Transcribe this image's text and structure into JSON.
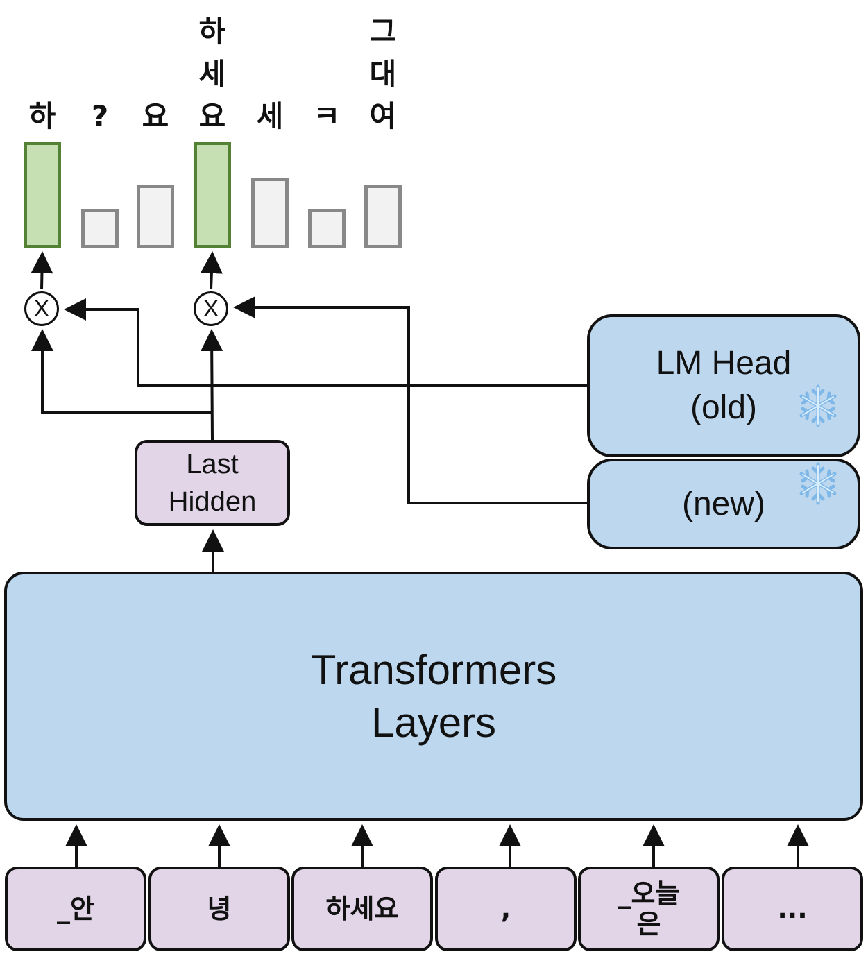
{
  "transformer": {
    "line1": "Transformers",
    "line2": "Layers"
  },
  "lm_head_old": {
    "line1": "LM Head",
    "line2": "(old)"
  },
  "lm_head_new": {
    "label": "(new)"
  },
  "last_hidden": {
    "line1": "Last",
    "line2": "Hidden"
  },
  "multiply_symbol": "X",
  "input_tokens": [
    "_안",
    "녕",
    "하세요",
    ",",
    "_오늘은",
    "..."
  ],
  "vocabulary": [
    {
      "label": "하",
      "selected": true,
      "level": 1.0
    },
    {
      "label": "?",
      "selected": false,
      "level": 0.37
    },
    {
      "label": "요",
      "selected": false,
      "level": 0.6
    },
    {
      "label": "하세요",
      "selected": true,
      "level": 1.0
    },
    {
      "label": "세",
      "selected": false,
      "level": 0.66
    },
    {
      "label": "ㅋ",
      "selected": false,
      "level": 0.37
    },
    {
      "label": "그대여",
      "selected": false,
      "level": 0.6
    }
  ],
  "icons": {
    "frozen": "snowflake-icon"
  },
  "colors": {
    "module_fill": "#bdd7ee",
    "token_fill": "#e1d5e7",
    "selected_bar_fill": "#c6e0b4",
    "selected_bar_border": "#548235",
    "bar_fill": "#f2f2f2",
    "bar_border": "#888888"
  }
}
